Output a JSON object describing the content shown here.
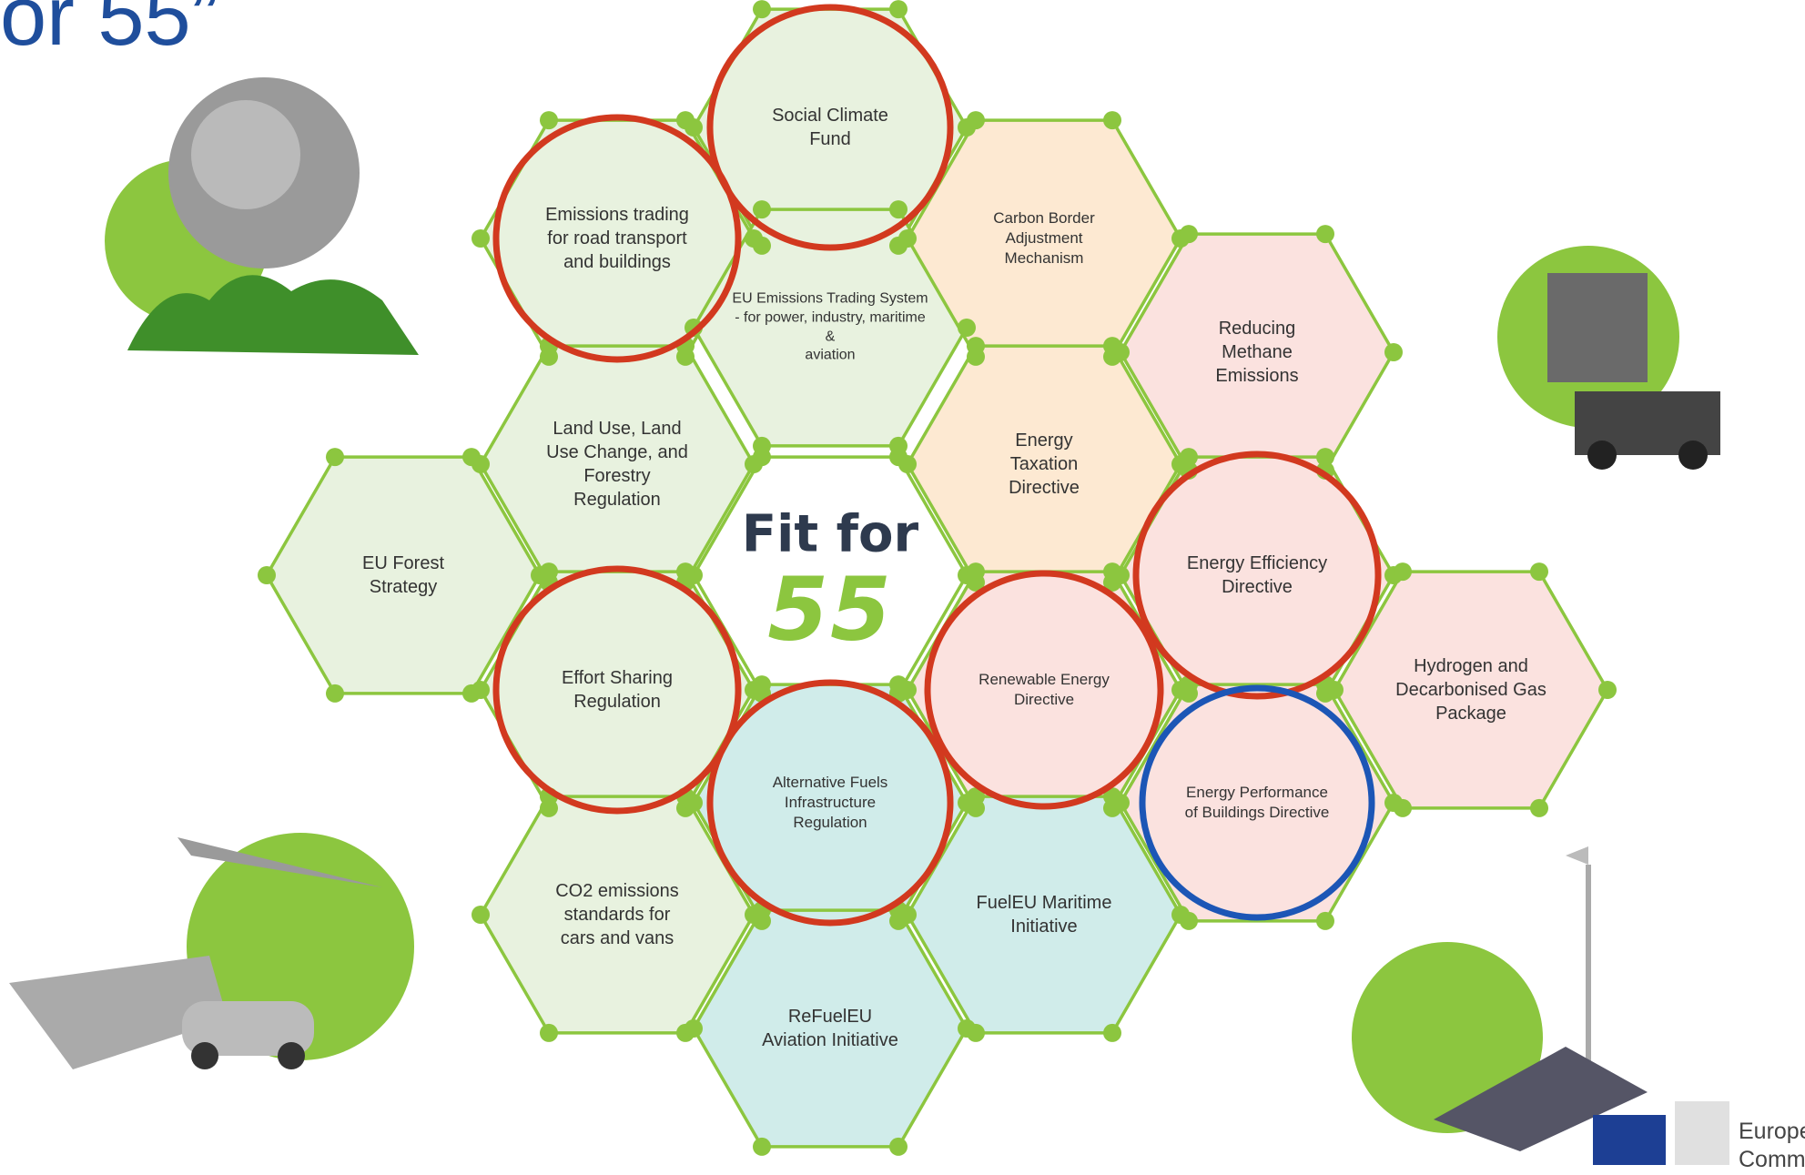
{
  "title": "or 55”",
  "center": {
    "line1": "Fit for",
    "line2": "55"
  },
  "colors": {
    "green": "#e8f2df",
    "orange": "#fde9d2",
    "pink": "#fbe2df",
    "teal": "#d0ecea",
    "white": "#ffffff",
    "outline": "#8cc63f",
    "ring_red": "#d2391f",
    "ring_blue": "#1c56b6"
  },
  "hexes": [
    {
      "name": "social-climate-fund",
      "label": "Social Climate\nFund",
      "fill": "green",
      "ring": "red"
    },
    {
      "name": "emissions-trading-road-buildings",
      "label": "Emissions trading\nfor road transport\nand buildings",
      "fill": "green",
      "ring": "red"
    },
    {
      "name": "eu-ets",
      "label": "EU Emissions Trading  System\n- for power, industry, maritime\n&\naviation",
      "fill": "green",
      "ring": ""
    },
    {
      "name": "cbam",
      "label": "Carbon Border\nAdjustment\nMechanism",
      "fill": "orange",
      "ring": ""
    },
    {
      "name": "reducing-methane",
      "label": "Reducing\nMethane\nEmissions",
      "fill": "pink",
      "ring": ""
    },
    {
      "name": "lulucf",
      "label": "Land Use, Land\nUse Change, and\nForestry\nRegulation",
      "fill": "green",
      "ring": ""
    },
    {
      "name": "energy-taxation",
      "label": "Energy\nTaxation\nDirective",
      "fill": "orange",
      "ring": ""
    },
    {
      "name": "eu-forest-strategy",
      "label": "EU Forest\nStrategy",
      "fill": "green",
      "ring": ""
    },
    {
      "name": "energy-efficiency",
      "label": "Energy Efficiency\nDirective",
      "fill": "pink",
      "ring": "red"
    },
    {
      "name": "effort-sharing",
      "label": "Effort Sharing\nRegulation",
      "fill": "green",
      "ring": "red"
    },
    {
      "name": "renewable-energy",
      "label": "Renewable Energy\nDirective",
      "fill": "pink",
      "ring": "red"
    },
    {
      "name": "hydrogen-gas",
      "label": "Hydrogen and\nDecarbonised Gas\nPackage",
      "fill": "pink",
      "ring": ""
    },
    {
      "name": "alternative-fuels",
      "label": "Alternative Fuels\nInfrastructure\nRegulation",
      "fill": "teal",
      "ring": "red"
    },
    {
      "name": "energy-performance-buildings",
      "label": "Energy Performance\nof Buildings Directive",
      "fill": "pink",
      "ring": "blue"
    },
    {
      "name": "co2-cars-vans",
      "label": "CO2 emissions\nstandards for\ncars and vans",
      "fill": "green",
      "ring": ""
    },
    {
      "name": "fueleu-maritime",
      "label": "FuelEU Maritime\nInitiative",
      "fill": "teal",
      "ring": ""
    },
    {
      "name": "refueleu-aviation",
      "label": "ReFuelEU\nAviation Initiative",
      "fill": "teal",
      "ring": ""
    }
  ],
  "branding": {
    "line1": "Europe",
    "line2": "Comm"
  }
}
